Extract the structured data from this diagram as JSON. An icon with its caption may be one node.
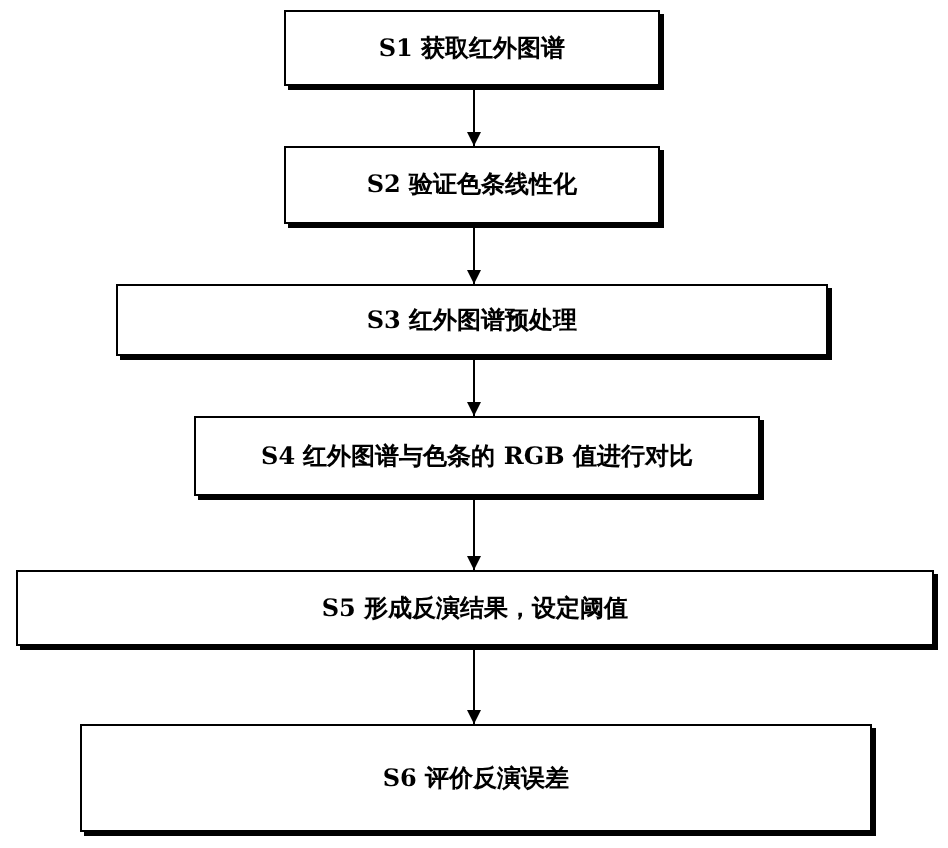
{
  "diagram": {
    "nodes": [
      {
        "text": [
          "S1 获取红外图谱"
        ]
      },
      {
        "text": [
          "S2 验证色条线性化"
        ]
      },
      {
        "text": [
          "S3 红外图谱预处理"
        ]
      },
      {
        "text": [
          "S4 红外图谱与色条的 RGB 值进行对比"
        ]
      },
      {
        "text": [
          "S5 形成反演结果，设定阈值"
        ]
      },
      {
        "text": [
          "S6 评价反演误差"
        ]
      }
    ],
    "edges": [
      {
        "from": 0,
        "to": 1,
        "arrow": "to"
      },
      {
        "from": 1,
        "to": 2,
        "arrow": "to"
      },
      {
        "from": 2,
        "to": 3,
        "arrow": "to"
      },
      {
        "from": 3,
        "to": 4,
        "arrow": "to"
      },
      {
        "from": 4,
        "to": 5,
        "arrow": "to"
      }
    ]
  }
}
